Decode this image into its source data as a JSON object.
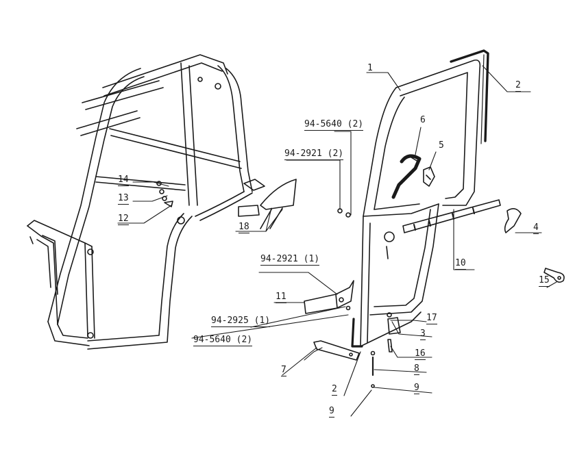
{
  "callouts": {
    "c1": "1",
    "c2_top": "2",
    "c2_bottom": "2",
    "c3": "3",
    "c4": "4",
    "c5": "5",
    "c6": "6",
    "c7": "7",
    "c8": "8",
    "c9_right": "9",
    "c9_left": "9",
    "c10": "10",
    "c11": "11",
    "c12": "12",
    "c13": "13",
    "c14": "14",
    "c15": "15",
    "c16": "16",
    "c17": "17",
    "c18": "18",
    "ref_5640_top": "94-5640 (2)",
    "ref_2921_top": "94-2921 (2)",
    "ref_2921_mid": "94-2921 (1)",
    "ref_2925": "94-2925 (1)",
    "ref_5640_bottom": "94-5640 (2)"
  },
  "colors": {
    "ink": "#1a1a1a",
    "paper": "#ffffff"
  }
}
